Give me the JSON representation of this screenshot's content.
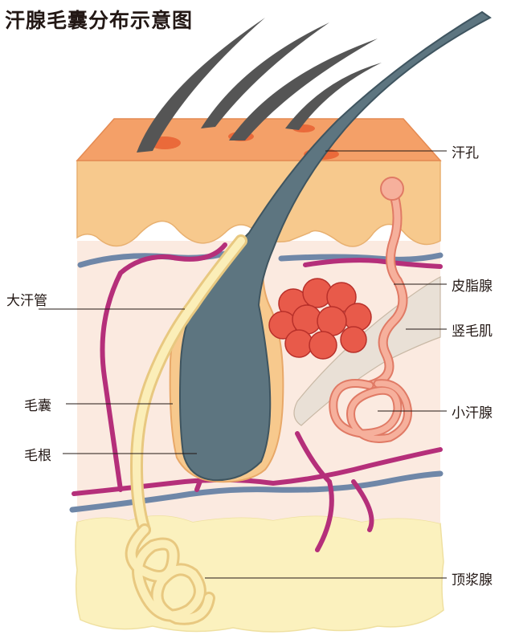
{
  "title": "汗腺毛囊分布示意图",
  "labels": {
    "sweat_pore": "汗孔",
    "sebaceous_gland": "皮脂腺",
    "arrector_pili": "竖毛肌",
    "eccrine_gland": "小汗腺",
    "apocrine_gland": "顶浆腺",
    "apocrine_duct": "大汗管",
    "hair_follicle": "毛囊",
    "hair_root": "毛根"
  },
  "colors": {
    "epidermis": "#f7c98d",
    "epidermis_top": "#f4a068",
    "dermis": "#fbeae0",
    "fat": "#fbf1be",
    "hair": "#5d7580",
    "vessel_magenta": "#b52f7a",
    "vessel_blue": "#6f87a8",
    "sebaceous": "#e85a4a",
    "eccrine": "#f29a86"
  }
}
